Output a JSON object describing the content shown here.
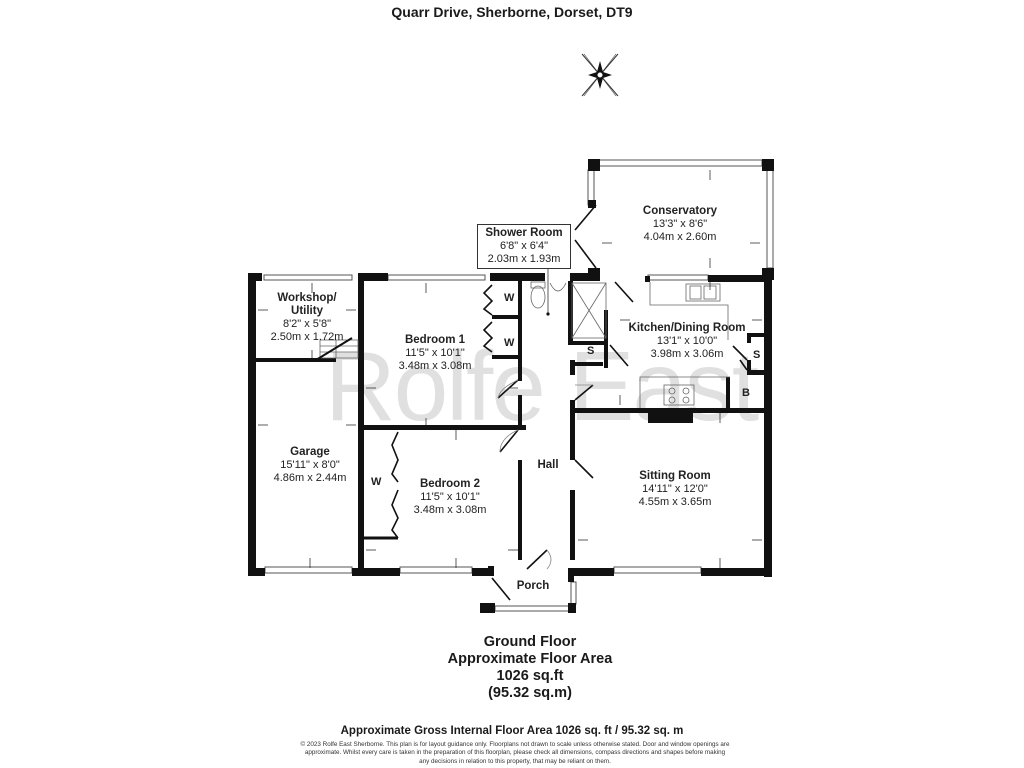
{
  "header": {
    "title": "Quarr Drive, Sherborne, Dorset, DT9"
  },
  "watermark": "Rolfe East",
  "compass": {
    "icon": "compass-rose-icon"
  },
  "rooms": [
    {
      "id": "conservatory",
      "name": "Conservatory",
      "imperial": "13'3\" x 8'6\"",
      "metric": "4.04m x 2.60m"
    },
    {
      "id": "shower-room",
      "name": "Shower Room",
      "imperial": "6'8\" x 6'4\"",
      "metric": "2.03m x 1.93m"
    },
    {
      "id": "workshop-utility",
      "name": "Workshop/",
      "name2": "Utility",
      "imperial": "8'2\" x 5'8\"",
      "metric": "2.50m x 1.72m"
    },
    {
      "id": "bedroom-1",
      "name": "Bedroom 1",
      "imperial": "11'5\" x 10'1\"",
      "metric": "3.48m x 3.08m"
    },
    {
      "id": "kitchen-dining",
      "name": "Kitchen/Dining Room",
      "imperial": "13'1\" x 10'0\"",
      "metric": "3.98m x 3.06m"
    },
    {
      "id": "garage",
      "name": "Garage",
      "imperial": "15'11\" x 8'0\"",
      "metric": "4.86m x 2.44m"
    },
    {
      "id": "bedroom-2",
      "name": "Bedroom 2",
      "imperial": "11'5\" x 10'1\"",
      "metric": "3.48m x 3.08m"
    },
    {
      "id": "hall",
      "name": "Hall"
    },
    {
      "id": "sitting-room",
      "name": "Sitting Room",
      "imperial": "14'11\" x 12'0\"",
      "metric": "4.55m x 3.65m"
    },
    {
      "id": "porch",
      "name": "Porch"
    }
  ],
  "storage_labels": {
    "wardrobe": "W",
    "store": "S",
    "boiler": "B"
  },
  "summary": {
    "floor": "Ground Floor",
    "label": "Approximate Floor Area",
    "sqft": "1026 sq.ft",
    "sqm": "(95.32 sq.m)"
  },
  "footer": {
    "gross": "Approximate Gross Internal Floor Area 1026 sq. ft / 95.32 sq. m",
    "disclaimer": "© 2023 Rolfe East Sherborne. This plan is for layout guidance only. Floorplans not drawn to scale unless otherwise stated. Door and window openings are approximate. Whilst every care is taken in the preparation of this floorplan, please check all dimensions, compass directions and shapes before making any decisions in relation to this property, that may be reliant on them."
  }
}
